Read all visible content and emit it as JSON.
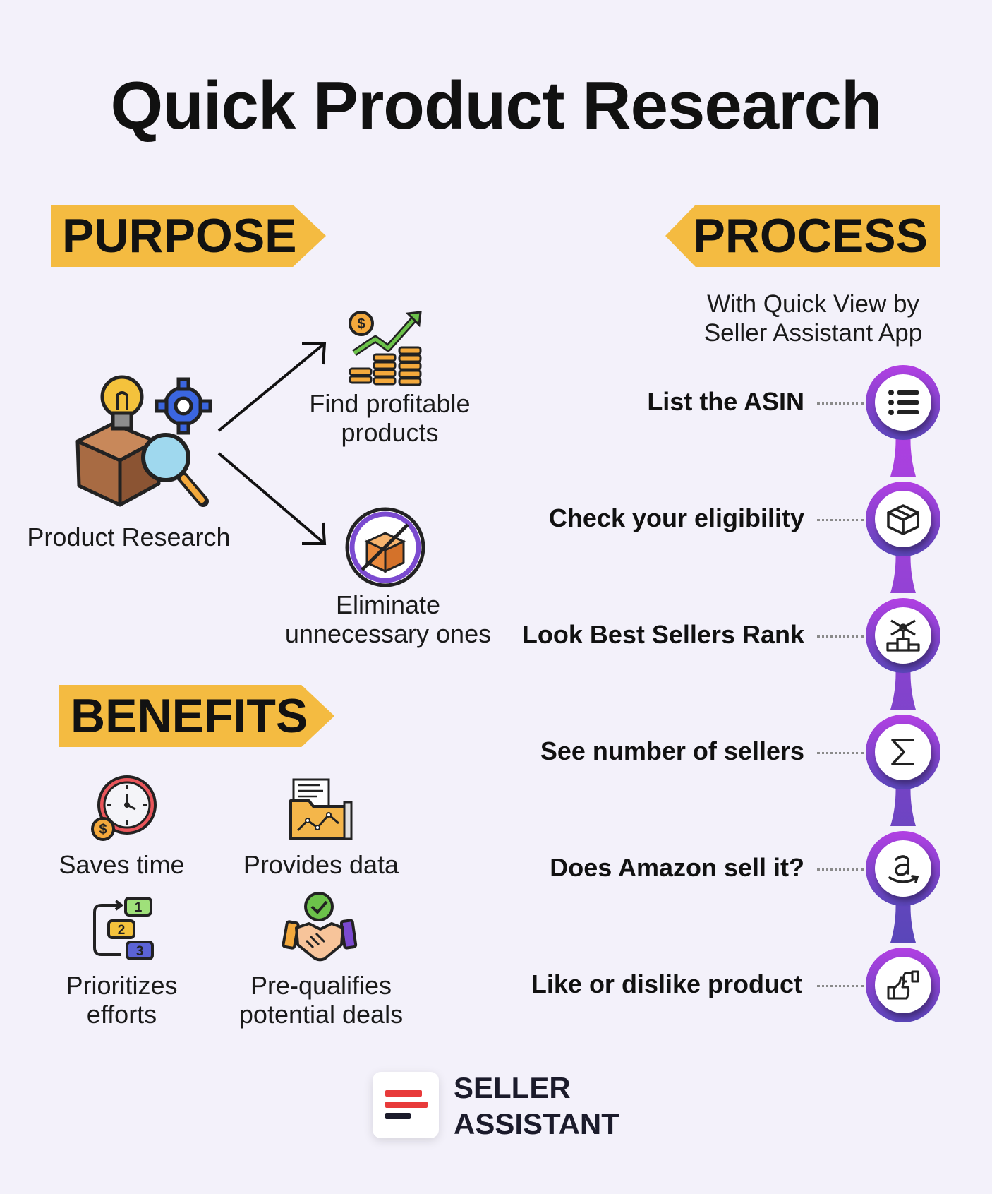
{
  "title": "Quick Product Research",
  "purpose": {
    "banner": "PURPOSE",
    "source_label": "Product Research",
    "outcomes": [
      {
        "label": "Find profitable products",
        "icon": "profit-chart-icon"
      },
      {
        "label": "Eliminate unnecessary ones",
        "icon": "no-box-icon"
      }
    ]
  },
  "process": {
    "banner": "PROCESS",
    "subtitle_line1": "With Quick View by",
    "subtitle_line2": "Seller Assistant App",
    "steps": [
      {
        "label": "List the ASIN",
        "icon": "list-icon"
      },
      {
        "label": "Check your eligibility",
        "icon": "box-icon"
      },
      {
        "label": "Look Best Sellers Rank",
        "icon": "podium-icon"
      },
      {
        "label": "See number of sellers",
        "icon": "sigma-icon"
      },
      {
        "label": "Does Amazon sell it?",
        "icon": "amazon-icon"
      },
      {
        "label": "Like or dislike product",
        "icon": "thumbs-icon"
      }
    ],
    "gradient": [
      "#b240e3",
      "#5a46b9"
    ]
  },
  "benefits": {
    "banner": "BENEFITS",
    "items": [
      {
        "label": "Saves time",
        "icon": "clock-coin-icon"
      },
      {
        "label": "Provides data",
        "icon": "data-folder-icon"
      },
      {
        "label_line1": "Prioritizes",
        "label_line2": "efforts",
        "icon": "numbered-steps-icon"
      },
      {
        "label_line1": "Pre-qualifies",
        "label_line2": "potential deals",
        "icon": "handshake-check-icon"
      }
    ]
  },
  "brand": {
    "line1": "SELLER",
    "line2": "ASSISTANT"
  },
  "colors": {
    "background": "#f3f1fa",
    "banner": "#f4bb41",
    "accent_red": "#e83a3a"
  }
}
